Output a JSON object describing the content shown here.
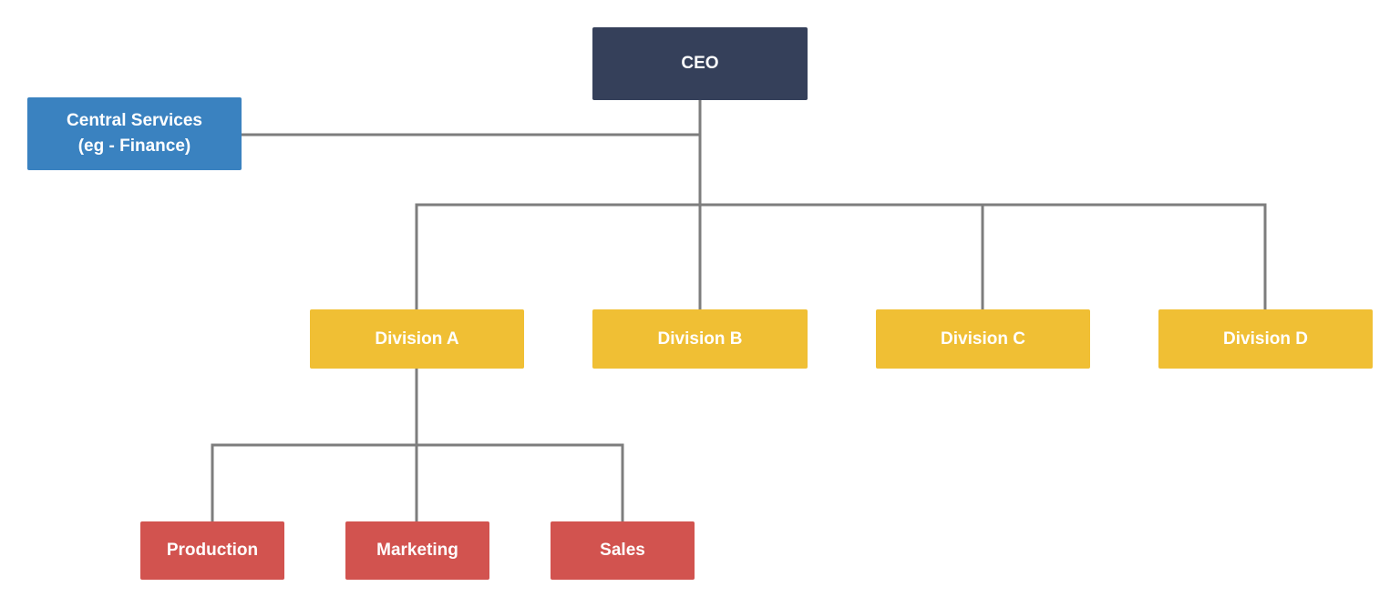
{
  "colors": {
    "ceo": "#35405a",
    "central_services": "#3a82c0",
    "division": "#f0bf34",
    "department": "#d2534f",
    "connector": "#7d7d7d",
    "text": "#ffffff"
  },
  "nodes": {
    "ceo": {
      "label": "CEO"
    },
    "central_services": {
      "line1": "Central Services",
      "line2": "(eg - Finance)"
    },
    "divisions": [
      {
        "label": "Division A"
      },
      {
        "label": "Division B"
      },
      {
        "label": "Division C"
      },
      {
        "label": "Division D"
      }
    ],
    "departments": [
      {
        "label": "Production"
      },
      {
        "label": "Marketing"
      },
      {
        "label": "Sales"
      }
    ]
  }
}
